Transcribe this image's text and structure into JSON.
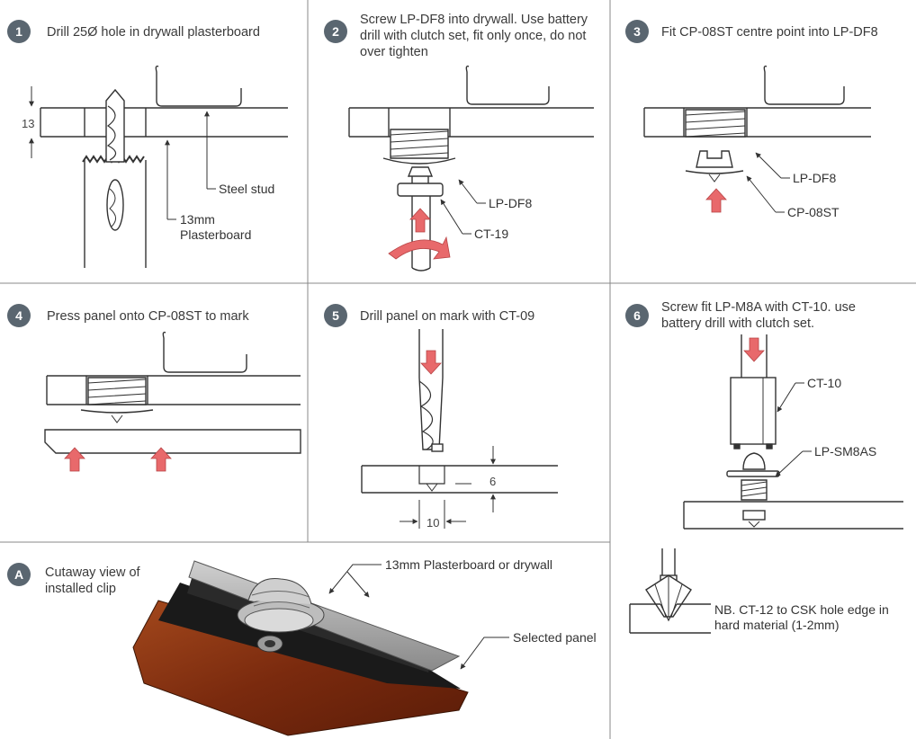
{
  "steps": [
    {
      "badge": "1",
      "title": "Drill 25Ø hole in drywall plasterboard"
    },
    {
      "badge": "2",
      "title": "Screw LP-DF8 into drywall. Use battery drill with clutch set, fit only once, do not over tighten"
    },
    {
      "badge": "3",
      "title": "Fit CP-08ST centre point into LP-DF8"
    },
    {
      "badge": "4",
      "title": "Press panel onto CP-08ST to mark"
    },
    {
      "badge": "5",
      "title": "Drill panel on mark with CT-09"
    },
    {
      "badge": "6",
      "title": "Screw fit LP-M8A with CT-10. use battery drill with clutch set."
    },
    {
      "badge": "A",
      "title": "Cutaway view of installed clip"
    }
  ],
  "labels": {
    "p1": {
      "dim": "13",
      "steel_stud": "Steel stud",
      "plasterboard": "13mm Plasterboard"
    },
    "p2": {
      "fixing": "LP-DF8",
      "tool": "CT-19"
    },
    "p3": {
      "fixing": "LP-DF8",
      "centre_point": "CP-08ST"
    },
    "p5": {
      "depth": "6",
      "width": "10"
    },
    "p6": {
      "tool": "CT-10",
      "screw": "LP-SM8AS",
      "note": "NB. CT-12 to CSK hole edge in hard material (1-2mm)"
    },
    "pA": {
      "board": "13mm Plasterboard or drywall",
      "panel": "Selected panel"
    }
  },
  "colors": {
    "badge": "#5a6670",
    "arrow": "#e8696b",
    "grid": "#888888",
    "panel": "#8b3a1a"
  }
}
